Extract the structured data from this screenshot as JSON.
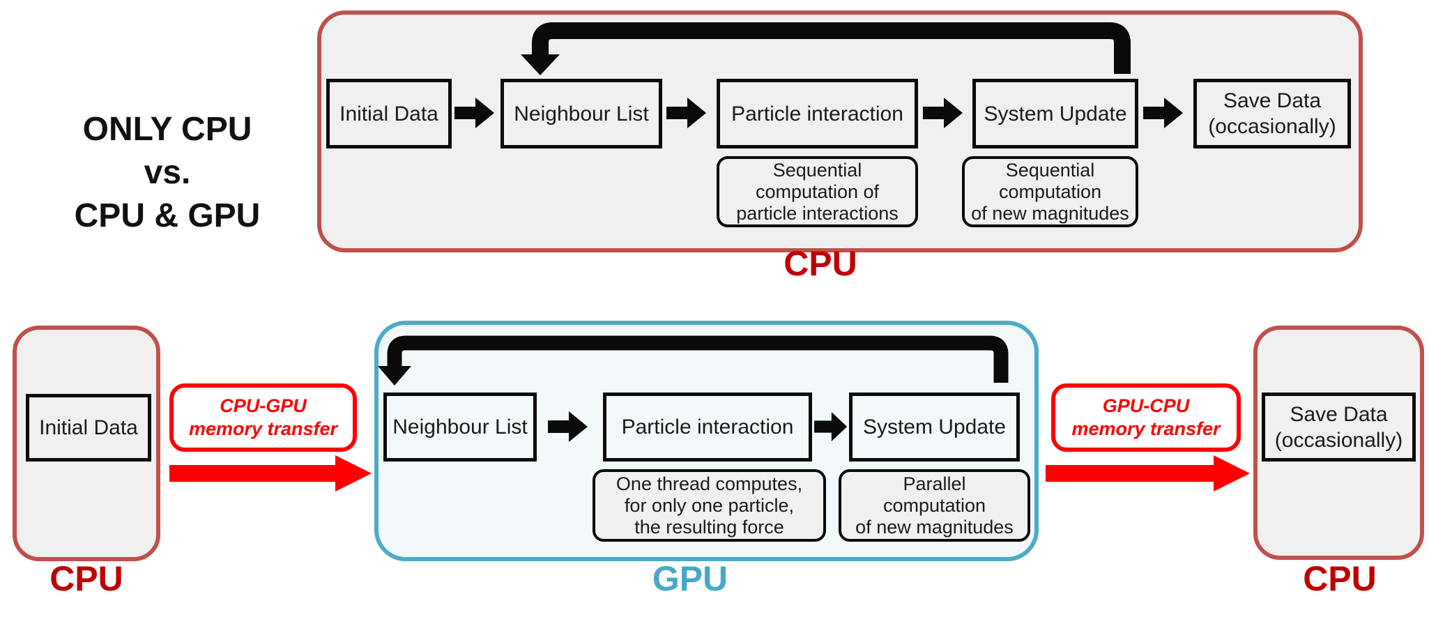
{
  "heading": {
    "line1": "ONLY CPU",
    "line2": "vs.",
    "line3": "CPU & GPU"
  },
  "colors": {
    "container_border_red": "#C0504D",
    "cpu_label_red": "#C00000",
    "gpu_border_teal": "#4BACC6",
    "gpu_label_teal": "#45A9C9",
    "transfer_red": "#FF0000",
    "container_fill_gray": "#F1F0F0",
    "gpu_fill_blue": "#F3F9FA",
    "arrow_black": "#0A0A0A"
  },
  "top": {
    "label": "CPU",
    "boxes": {
      "initial_data": "Initial Data",
      "neighbour_list": "Neighbour List",
      "particle_interaction": "Particle interaction",
      "system_update": "System Update",
      "save_data_line1": "Save Data",
      "save_data_line2": "(occasionally)"
    },
    "notes": {
      "particle": {
        "line1": "Sequential",
        "line2": "computation of",
        "line3": "particle interactions"
      },
      "update": {
        "line1": "Sequential",
        "line2": "computation",
        "line3": "of new magnitudes"
      }
    }
  },
  "bottom": {
    "left_cpu": {
      "box": "Initial Data",
      "label": "CPU"
    },
    "transfer_in": {
      "line1": "CPU-GPU",
      "line2": "memory transfer"
    },
    "gpu": {
      "label": "GPU",
      "boxes": {
        "neighbour_list": "Neighbour List",
        "particle_interaction": "Particle interaction",
        "system_update": "System Update"
      },
      "notes": {
        "particle": {
          "line1": "One thread computes,",
          "line2": "for only one particle,",
          "line3": "the resulting force"
        },
        "update": {
          "line1": "Parallel",
          "line2": "computation",
          "line3": "of new magnitudes"
        }
      }
    },
    "transfer_out": {
      "line1": "GPU-CPU",
      "line2": "memory transfer"
    },
    "right_cpu": {
      "box_line1": "Save Data",
      "box_line2": "(occasionally)",
      "label": "CPU"
    }
  }
}
